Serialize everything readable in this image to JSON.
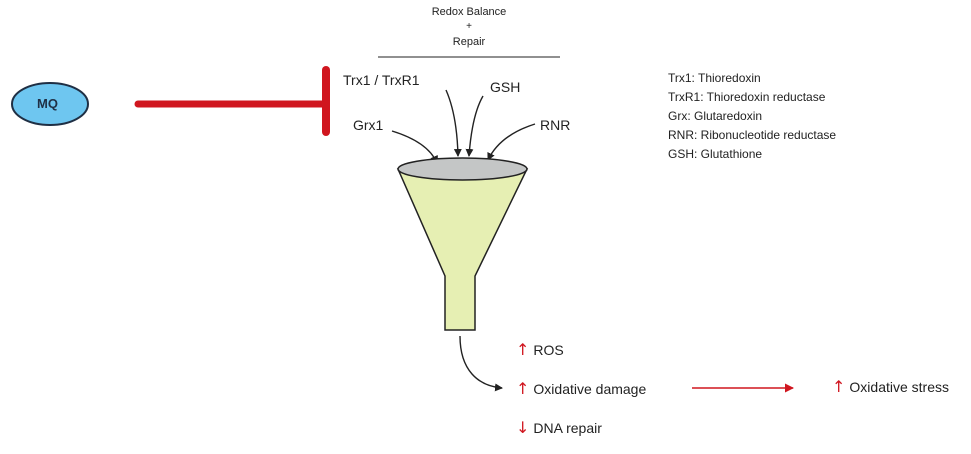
{
  "header": {
    "line1": "Redox Balance",
    "line2": "+",
    "line3": "Repair"
  },
  "inhibitor": {
    "label": "MQ"
  },
  "inputs": {
    "trx": "Trx1 / TrxR1",
    "gsh": "GSH",
    "grx": "Grx1",
    "rnr": "RNR"
  },
  "legend": [
    "Trx1: Thioredoxin",
    "TrxR1: Thioredoxin reductase",
    "Grx: Glutaredoxin",
    "RNR: Ribonucleotide reductase",
    "GSH: Glutathione"
  ],
  "effects": {
    "ros": {
      "arrow": "↑",
      "label": "ROS"
    },
    "damage": {
      "arrow": "↑",
      "label": "Oxidative damage"
    },
    "dna": {
      "arrow": "↓",
      "label": "DNA repair"
    },
    "stress": {
      "arrow": "↑",
      "label": "Oxidative stress"
    }
  },
  "colors": {
    "inhibition_red": "#d0161f",
    "mq_fill": "#6ec6f0",
    "funnel_fill": "#e6efb3",
    "funnel_top": "#c4c6c6"
  }
}
